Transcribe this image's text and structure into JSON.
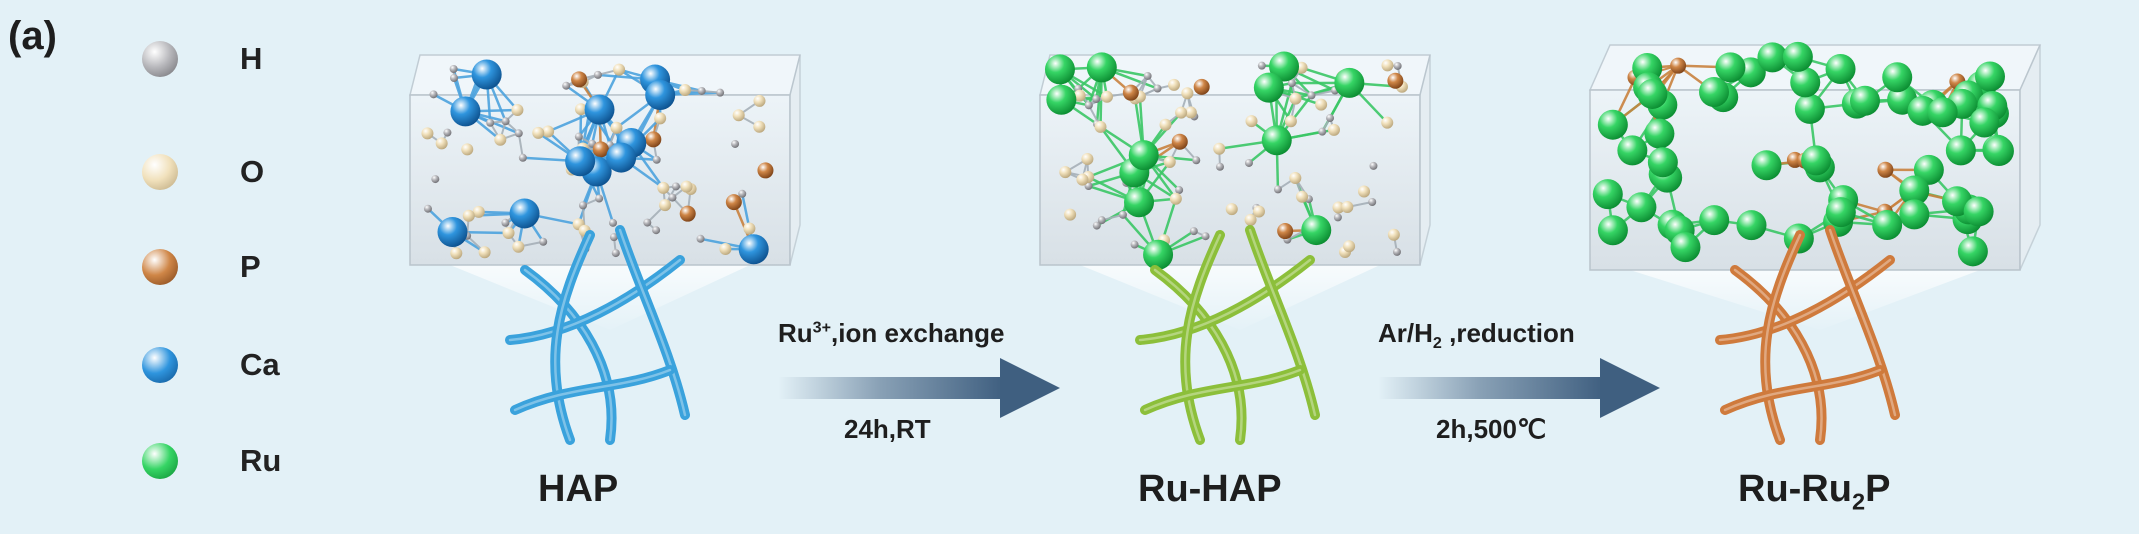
{
  "panel_label": "(a)",
  "legend": [
    {
      "label": "H",
      "color": "#b8b8bc",
      "dark": "#6b6b70"
    },
    {
      "label": "O",
      "color": "#f1e1bc",
      "dark": "#b8a47a"
    },
    {
      "label": "P",
      "color": "#cf8647",
      "dark": "#7a4016"
    },
    {
      "label": "Ca",
      "color": "#2f95de",
      "dark": "#0c4f8c"
    },
    {
      "label": "Ru",
      "color": "#36d565",
      "dark": "#0a8a30"
    }
  ],
  "stages": {
    "hap": {
      "label": "HAP"
    },
    "ruhap": {
      "label": "Ru-HAP"
    },
    "final": {
      "label_main": "Ru-Ru",
      "label_sub": "2",
      "label_tail": "P"
    }
  },
  "arrow1": {
    "top_main": "Ru",
    "top_sup": "3+",
    "top_tail": ",ion exchange",
    "bottom": "24h,RT"
  },
  "arrow2": {
    "top_main": "Ar/H",
    "top_sub": "2",
    "top_tail": " ,reduction",
    "bottom": "2h,500℃"
  },
  "colors": {
    "background": "#e3f1f7",
    "fiber_hap": "#3aa2dc",
    "fiber_ruhap": "#8cbf3a",
    "fiber_final": "#cf7a3c",
    "arrow": "#3f5f80"
  }
}
